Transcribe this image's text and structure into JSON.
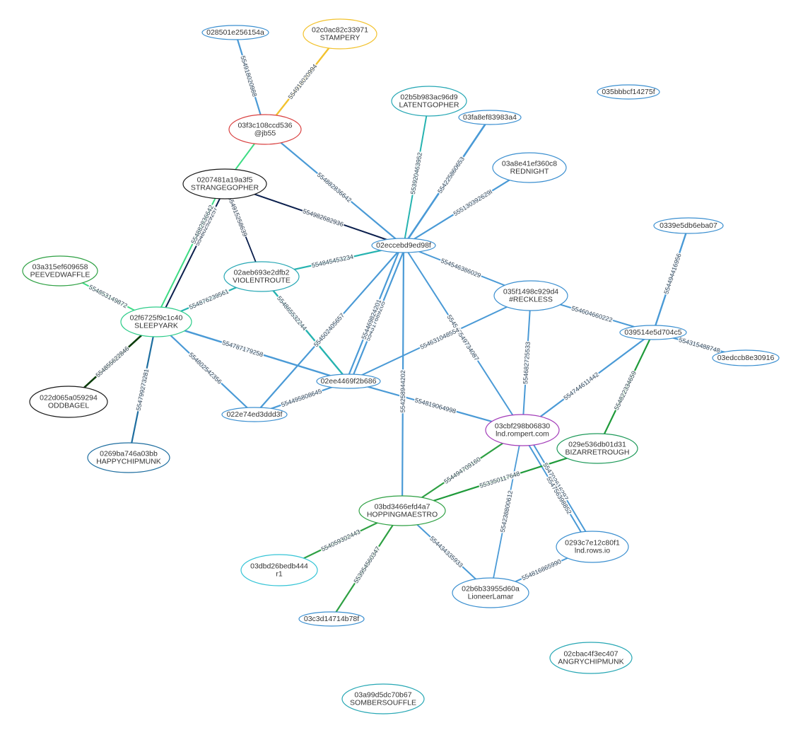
{
  "nodes": [
    {
      "id": "n_028501",
      "label": [
        "028501e256154a"
      ],
      "color": "#3b8fd0"
    },
    {
      "id": "n_02c0ac",
      "label": [
        "02c0ac82c33971",
        "STAMPERY"
      ],
      "color": "#f2c22e"
    },
    {
      "id": "n_03f3c1",
      "label": [
        "03f3c108ccd536",
        "@jb55"
      ],
      "color": "#d94040"
    },
    {
      "id": "n_020748",
      "label": [
        "0207481a19a3f5",
        "STRANGEGOPHER"
      ],
      "color": "#1a1a1a"
    },
    {
      "id": "n_02b5b9",
      "label": [
        "02b5b983ac96d9",
        "LATENTGOPHER"
      ],
      "color": "#26a7b4"
    },
    {
      "id": "n_03fa8e",
      "label": [
        "03fa8ef83983a4"
      ],
      "color": "#3b8fd0"
    },
    {
      "id": "n_035bbb",
      "label": [
        "035bbbcf14275f"
      ],
      "color": "#3b8fd0"
    },
    {
      "id": "n_03a8e4",
      "label": [
        "03a8e41ef360c8",
        "REDNIGHT"
      ],
      "color": "#3b8fd0"
    },
    {
      "id": "n_0339e5",
      "label": [
        "0339e5db6eba07"
      ],
      "color": "#3b8fd0"
    },
    {
      "id": "n_03a315",
      "label": [
        "03a315ef609658",
        "PEEVEDWAFFLE"
      ],
      "color": "#2ea043"
    },
    {
      "id": "n_02ecce",
      "label": [
        "02eccebd9ed98f"
      ],
      "color": "#3b8fd0"
    },
    {
      "id": "n_02aeb6",
      "label": [
        "02aeb693e2dfb2",
        "VIOLENTROUTE"
      ],
      "color": "#26a7b4"
    },
    {
      "id": "n_035f14",
      "label": [
        "035f1498c929d4",
        "#RECKLESS"
      ],
      "color": "#3b8fd0"
    },
    {
      "id": "n_02f672",
      "label": [
        "02f6725f9c1c40",
        "SLEEPYARK"
      ],
      "color": "#2ecc8a"
    },
    {
      "id": "n_039514",
      "label": [
        "039514e5d704c5"
      ],
      "color": "#3b8fd0"
    },
    {
      "id": "n_03edcc",
      "label": [
        "03edccb8e30916"
      ],
      "color": "#3b8fd0"
    },
    {
      "id": "n_02ee44",
      "label": [
        "02ee4469f2b686"
      ],
      "color": "#3b8fd0"
    },
    {
      "id": "n_022e74",
      "label": [
        "022e74ed3ddd3f"
      ],
      "color": "#3b8fd0"
    },
    {
      "id": "n_022d06",
      "label": [
        "022d065a059294",
        "ODDBAGEL"
      ],
      "color": "#1a1a1a"
    },
    {
      "id": "n_03cbf2",
      "label": [
        "03cbf298b06830",
        "lnd.rompert.com"
      ],
      "color": "#a23bb8"
    },
    {
      "id": "n_029e53",
      "label": [
        "029e536db01d31",
        "BIZARRETROUGH"
      ],
      "color": "#1f9a5a"
    },
    {
      "id": "n_0269ba",
      "label": [
        "0269ba746a03bb",
        "HAPPYCHIPMUNK"
      ],
      "color": "#1e6ea0"
    },
    {
      "id": "n_03bd34",
      "label": [
        "03bd3466efd4a7",
        "HOPPINGMAESTRO"
      ],
      "color": "#2ea043"
    },
    {
      "id": "n_0293c7",
      "label": [
        "0293c7e12c80f1",
        "lnd.rows.io"
      ],
      "color": "#3b8fd0"
    },
    {
      "id": "n_03dbd2",
      "label": [
        "03dbd26bedb444",
        "r1"
      ],
      "color": "#35c4d6"
    },
    {
      "id": "n_02b6b3",
      "label": [
        "02b6b33955d60a",
        "LioneerLamar"
      ],
      "color": "#3b8fd0"
    },
    {
      "id": "n_03c3d1",
      "label": [
        "03c3d14714b78f"
      ],
      "color": "#3b8fd0"
    },
    {
      "id": "n_02cbac",
      "label": [
        "02cbac4f3ec407",
        "ANGRYCHIPMUNK"
      ],
      "color": "#26a7b4"
    },
    {
      "id": "n_03a99d",
      "label": [
        "03a99d5dc70b67",
        "SOMBERSOUFFLE"
      ],
      "color": "#26a7b4"
    }
  ],
  "edges": [
    {
      "id": "e01",
      "from": "n_028501",
      "to": "n_03f3c1",
      "label": "554918020988",
      "color": "#4a9ad6"
    },
    {
      "id": "e02",
      "from": "n_02c0ac",
      "to": "n_03f3c1",
      "label": "554918020994",
      "color": "#f2c22e"
    },
    {
      "id": "e03",
      "from": "n_03f3c1",
      "to": "n_020748",
      "label": "",
      "color": "#3ddc84"
    },
    {
      "id": "e04",
      "from": "n_03f3c1",
      "to": "n_02ecce",
      "label": "554882836642",
      "color": "#4a9ad6"
    },
    {
      "id": "e05",
      "from": "n_020748",
      "to": "n_02ecce",
      "label": "554982682936",
      "color": "#0b1f4d"
    },
    {
      "id": "e06",
      "from": "n_020748",
      "to": "n_02aeb6",
      "label": "554915258639",
      "color": "#0b1f4d"
    },
    {
      "id": "e07",
      "from": "n_020748",
      "to": "n_02f672",
      "label": "554802529257",
      "color": "#0b1f4d"
    },
    {
      "id": "e08",
      "from": "n_020748",
      "to": "n_02f672",
      "label": "554882836642",
      "color": "#3ddc84"
    },
    {
      "id": "e09",
      "from": "n_02b5b9",
      "to": "n_02ecce",
      "label": "553920463952",
      "color": "#26b3b0"
    },
    {
      "id": "e10",
      "from": "n_03fa8e",
      "to": "n_02ecce",
      "label": "554225860653",
      "color": "#4a9ad6"
    },
    {
      "id": "e11",
      "from": "n_03a8e4",
      "to": "n_02ecce",
      "label": "555130392629I",
      "color": "#4a9ad6"
    },
    {
      "id": "e12",
      "from": "n_02aeb6",
      "to": "n_02ecce",
      "label": "554845453234",
      "color": "#26b3b0"
    },
    {
      "id": "e13",
      "from": "n_02ecce",
      "to": "n_035f14",
      "label": "554546386029",
      "color": "#4a9ad6"
    },
    {
      "id": "e14",
      "from": "n_02ecce",
      "to": "n_02ee44",
      "label": "554317689205",
      "color": "#4a9ad6"
    },
    {
      "id": "e15",
      "from": "n_02ecce",
      "to": "n_02ee44",
      "label": "554469824201",
      "color": "#4a9ad6"
    },
    {
      "id": "e16",
      "from": "n_02ecce",
      "to": "n_022e74",
      "label": "554502405657",
      "color": "#4a9ad6"
    },
    {
      "id": "e17",
      "from": "n_02ecce",
      "to": "n_03cbf2",
      "label": "554546549734087",
      "color": "#4a9ad6"
    },
    {
      "id": "e18",
      "from": "n_02ecce",
      "to": "n_03bd34",
      "label": "554258944202",
      "color": "#4a9ad6"
    },
    {
      "id": "e19",
      "from": "n_03a315",
      "to": "n_02f672",
      "label": "554853149872",
      "color": "#3ddc84"
    },
    {
      "id": "e20",
      "from": "n_02aeb6",
      "to": "n_02f672",
      "label": "554876239561",
      "color": "#26b3b0"
    },
    {
      "id": "e21",
      "from": "n_02aeb6",
      "to": "n_02ee44",
      "label": "554865532244",
      "color": "#26b3b0"
    },
    {
      "id": "e22",
      "from": "n_02f672",
      "to": "n_02ee44",
      "label": "554787179258",
      "color": "#4a9ad6"
    },
    {
      "id": "e23",
      "from": "n_02f672",
      "to": "n_022e74",
      "label": "554802542356",
      "color": "#4a9ad6"
    },
    {
      "id": "e24",
      "from": "n_02f672",
      "to": "n_022d06",
      "label": "554855622846",
      "color": "#0a3d0a"
    },
    {
      "id": "e25",
      "from": "n_02f672",
      "to": "n_0269ba",
      "label": "554799273281",
      "color": "#1e6ea0"
    },
    {
      "id": "e26",
      "from": "n_035f14",
      "to": "n_02ee44",
      "label": "554631048554",
      "color": "#4a9ad6"
    },
    {
      "id": "e27",
      "from": "n_035f14",
      "to": "n_039514",
      "label": "554604660222",
      "color": "#4a9ad6"
    },
    {
      "id": "e28",
      "from": "n_035f14",
      "to": "n_03cbf2",
      "label": "554682725533",
      "color": "#4a9ad6"
    },
    {
      "id": "e29",
      "from": "n_0339e5",
      "to": "n_039514",
      "label": "554494416956",
      "color": "#4a9ad6"
    },
    {
      "id": "e30",
      "from": "n_039514",
      "to": "n_03edcc",
      "label": "554315488748",
      "color": "#4a9ad6"
    },
    {
      "id": "e31",
      "from": "n_039514",
      "to": "n_03cbf2",
      "label": "554744611442",
      "color": "#4a9ad6"
    },
    {
      "id": "e32",
      "from": "n_039514",
      "to": "n_029e53",
      "label": "554822334659",
      "color": "#1f9a3a"
    },
    {
      "id": "e33",
      "from": "n_02ee44",
      "to": "n_022e74",
      "label": "554495808645",
      "color": "#4a9ad6"
    },
    {
      "id": "e34",
      "from": "n_02ee44",
      "to": "n_03cbf2",
      "label": "554819064998",
      "color": "#4a9ad6"
    },
    {
      "id": "e35",
      "from": "n_03cbf2",
      "to": "n_03bd34",
      "label": "554494709160",
      "color": "#2ea043"
    },
    {
      "id": "e36",
      "from": "n_03cbf2",
      "to": "n_0293c7",
      "label": "554702616297",
      "color": "#4a9ad6"
    },
    {
      "id": "e37",
      "from": "n_03cbf2",
      "to": "n_0293c7",
      "label": "554756398852",
      "color": "#4a9ad6"
    },
    {
      "id": "e38",
      "from": "n_03cbf2",
      "to": "n_02b6b3",
      "label": "554238800612",
      "color": "#4a9ad6"
    },
    {
      "id": "e39",
      "from": "n_029e53",
      "to": "n_03bd34",
      "label": "553350117648",
      "color": "#1f9a3a"
    },
    {
      "id": "e40",
      "from": "n_03bd34",
      "to": "n_03dbd2",
      "label": "554059302443",
      "color": "#2ea043"
    },
    {
      "id": "e41",
      "from": "n_03bd34",
      "to": "n_03c3d1",
      "label": "553954560347",
      "color": "#2ea043"
    },
    {
      "id": "e42",
      "from": "n_03bd34",
      "to": "n_02b6b3",
      "label": "554434335933",
      "color": "#4a9ad6"
    },
    {
      "id": "e43",
      "from": "n_0293c7",
      "to": "n_02b6b3",
      "label": "554816865990",
      "color": "#4a9ad6"
    }
  ]
}
